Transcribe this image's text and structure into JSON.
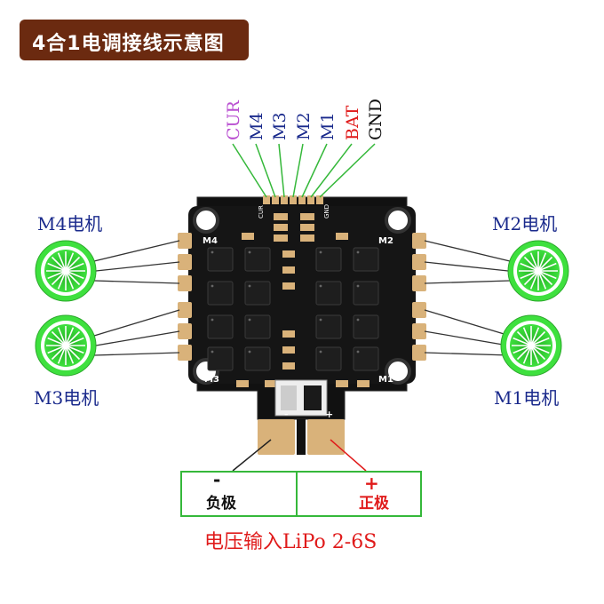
{
  "title": "4合1电调接线示意图",
  "wires": [
    "CUR",
    "M4",
    "M3",
    "M2",
    "M1",
    "BAT",
    "GND"
  ],
  "board_labels": {
    "m4": "M4",
    "m2": "M2",
    "m3": "M3",
    "m1": "M1",
    "cur": "CUR",
    "gnd": "GND",
    "minus": "-",
    "plus": "+"
  },
  "motors": {
    "m4": "M4电机",
    "m2": "M2电机",
    "m3": "M3电机",
    "m1": "M1电机"
  },
  "polarity": {
    "negative_symbol": "-",
    "negative_label": "负极",
    "positive_symbol": "+",
    "positive_label": "正极"
  },
  "power_input": "电压输入LiPo 2-6S",
  "colors": {
    "title_bg": "#6b2a10",
    "wire_cur": "#b94fd1",
    "wire_motor": "#1a2a8c",
    "wire_bat": "#e01b1b",
    "wire_gnd": "#111111",
    "green": "#35b83a",
    "motor_green": "#3ee03e",
    "red": "#e01b1b",
    "board": "#111111",
    "pad_gold": "#d9b27a"
  }
}
